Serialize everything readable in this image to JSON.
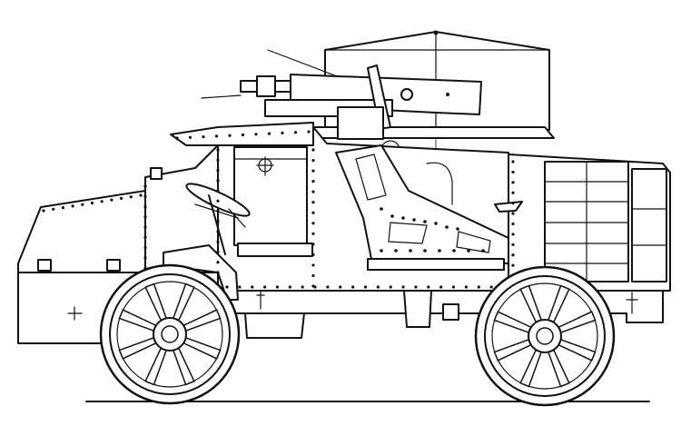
{
  "figure": {
    "subject": "armoured-car-side-elevation",
    "line_color": "#111111",
    "background_color": "#ffffff"
  },
  "wheels": {
    "count": 2,
    "spokes_per_wheel": 8
  }
}
